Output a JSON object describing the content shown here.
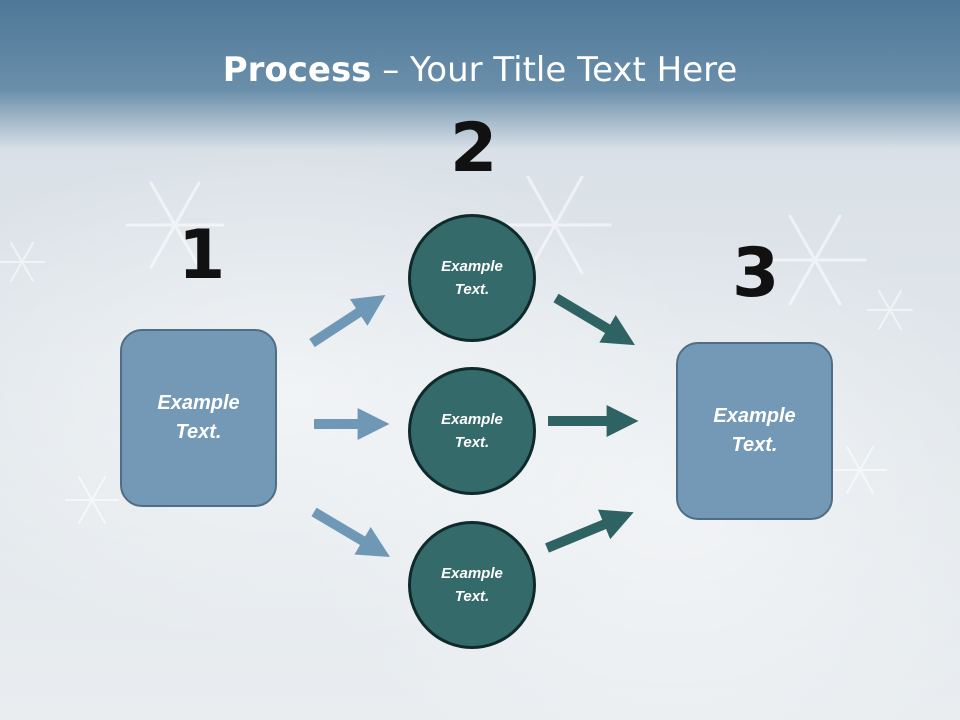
{
  "title": {
    "bold": "Process",
    "rest": " – Your Title Text Here"
  },
  "steps": [
    {
      "number": "1",
      "text": "Example Text."
    },
    {
      "number": "2",
      "text": "Example Text."
    },
    {
      "number": "3",
      "text": "Example Text."
    }
  ],
  "middle_circles": [
    {
      "text": "Example Text."
    },
    {
      "text": "Example Text."
    },
    {
      "text": "Example Text."
    }
  ],
  "colors": {
    "box_fill": "#7499b6",
    "circle_fill": "#356a6a",
    "left_arrows": "#6f97b6",
    "right_arrows": "#2f6262"
  }
}
